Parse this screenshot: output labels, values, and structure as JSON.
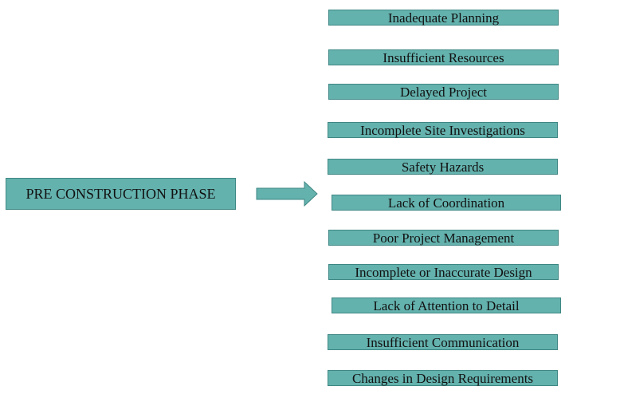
{
  "diagram": {
    "source": {
      "label": "PRE CONSTRUCTION PHASE"
    },
    "causes": [
      {
        "label": "Inadequate Planning"
      },
      {
        "label": "Insufficient Resources"
      },
      {
        "label": "Delayed Project"
      },
      {
        "label": "Incomplete Site Investigations"
      },
      {
        "label": "Safety Hazards"
      },
      {
        "label": "Lack of Coordination"
      },
      {
        "label": "Poor Project Management"
      },
      {
        "label": "Incomplete or Inaccurate Design"
      },
      {
        "label": "Lack of Attention to Detail"
      },
      {
        "label": "Insufficient Communication"
      },
      {
        "label": "Changes in Design Requirements"
      }
    ],
    "colors": {
      "box_fill": "#64b2ae",
      "box_border": "#3f8784"
    }
  }
}
